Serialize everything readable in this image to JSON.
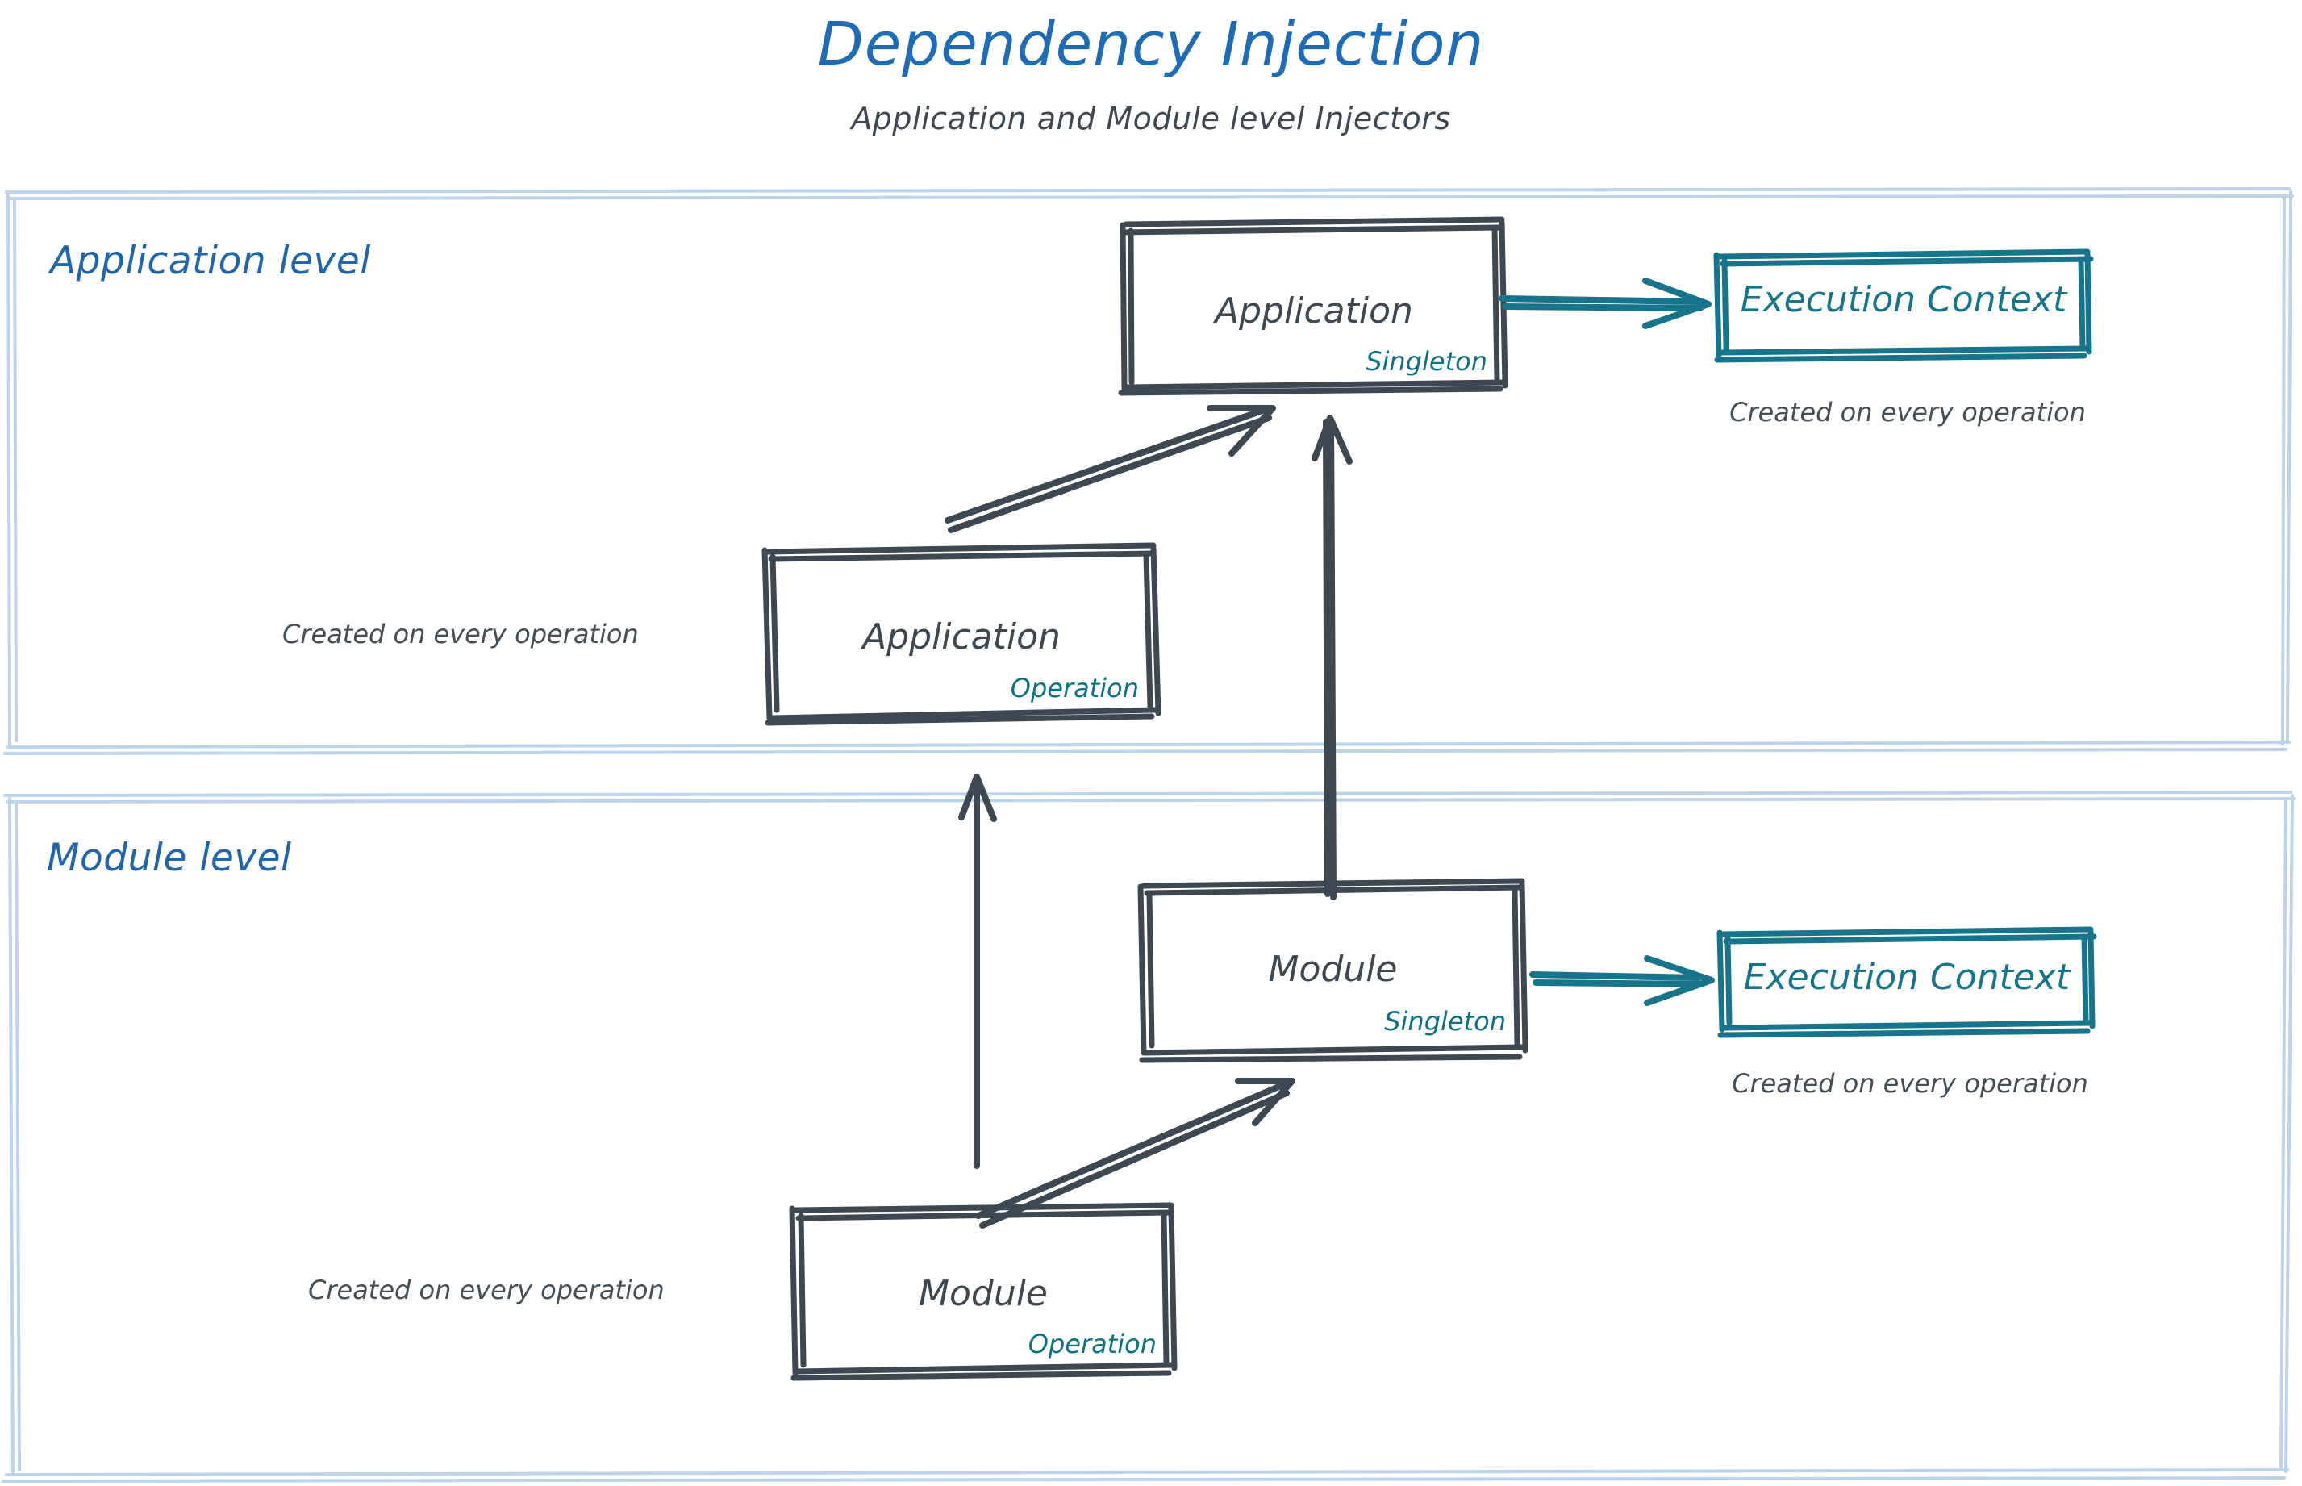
{
  "header": {
    "title": "Dependency Injection",
    "subtitle": "Application and Module level Injectors"
  },
  "colors": {
    "title_blue": "#1f6cb5",
    "panel_label_blue": "#2166ac",
    "panel_border": "#bcd3ea",
    "box_stroke": "#3d4852",
    "teal": "#17748a",
    "sub_teal": "#0f7083",
    "caption_gray": "#434f59",
    "background": "#ffffff"
  },
  "panels": [
    {
      "id": "application-level",
      "label": "Application level",
      "boxes": [
        {
          "id": "application-singleton",
          "title": "Application",
          "scope": "Singleton",
          "style": "dark"
        },
        {
          "id": "application-operation",
          "title": "Application",
          "scope": "Operation",
          "style": "dark"
        },
        {
          "id": "execution-context-application",
          "title": "Execution Context",
          "style": "teal"
        }
      ],
      "captions": [
        {
          "id": "caption-exec-ctx-app",
          "text": "Created on every operation"
        },
        {
          "id": "caption-app-operation",
          "text": "Created on every operation"
        }
      ]
    },
    {
      "id": "module-level",
      "label": "Module level",
      "boxes": [
        {
          "id": "module-singleton",
          "title": "Module",
          "scope": "Singleton",
          "style": "dark"
        },
        {
          "id": "module-operation",
          "title": "Module",
          "scope": "Operation",
          "style": "dark"
        },
        {
          "id": "execution-context-module",
          "title": "Execution Context",
          "style": "teal"
        }
      ],
      "captions": [
        {
          "id": "caption-exec-ctx-mod",
          "text": "Created on every operation"
        },
        {
          "id": "caption-module-operation",
          "text": "Created on every operation"
        }
      ]
    }
  ],
  "connections": [
    {
      "id": "app-singleton-to-exec-context",
      "from": "application-singleton",
      "to": "execution-context-application",
      "color": "teal",
      "direction": "right"
    },
    {
      "id": "app-operation-to-app-singleton",
      "from": "application-operation",
      "to": "application-singleton",
      "color": "dark",
      "direction": "up-right"
    },
    {
      "id": "module-singleton-to-app-singleton",
      "from": "module-singleton",
      "to": "application-singleton",
      "color": "dark",
      "direction": "up"
    },
    {
      "id": "module-operation-to-app-operation",
      "from": "module-operation",
      "to": "application-operation",
      "color": "dark",
      "direction": "up"
    },
    {
      "id": "module-operation-to-module-singleton",
      "from": "module-operation",
      "to": "module-singleton",
      "color": "dark",
      "direction": "up-right"
    },
    {
      "id": "module-singleton-to-exec-context",
      "from": "module-singleton",
      "to": "execution-context-module",
      "color": "teal",
      "direction": "right"
    }
  ]
}
